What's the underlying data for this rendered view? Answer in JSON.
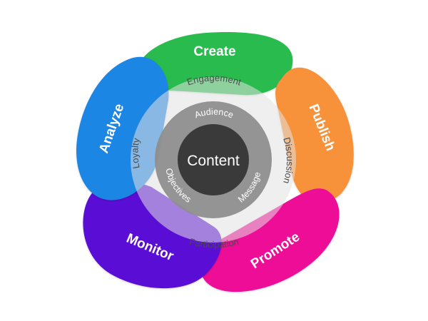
{
  "diagram": {
    "center": "Content",
    "petals": [
      {
        "label": "Create",
        "color": "#2bbb4f"
      },
      {
        "label": "Publish",
        "color": "#f7923a"
      },
      {
        "label": "Promote",
        "color": "#ee0d97"
      },
      {
        "label": "Monitor",
        "color": "#5a10d4"
      },
      {
        "label": "Analyze",
        "color": "#1b86e4"
      }
    ],
    "middle_ring": [
      "Engagement",
      "Discussion",
      "Participation",
      "Loyalty"
    ],
    "inner_ring": [
      "Audience",
      "Message",
      "Objectives"
    ]
  }
}
